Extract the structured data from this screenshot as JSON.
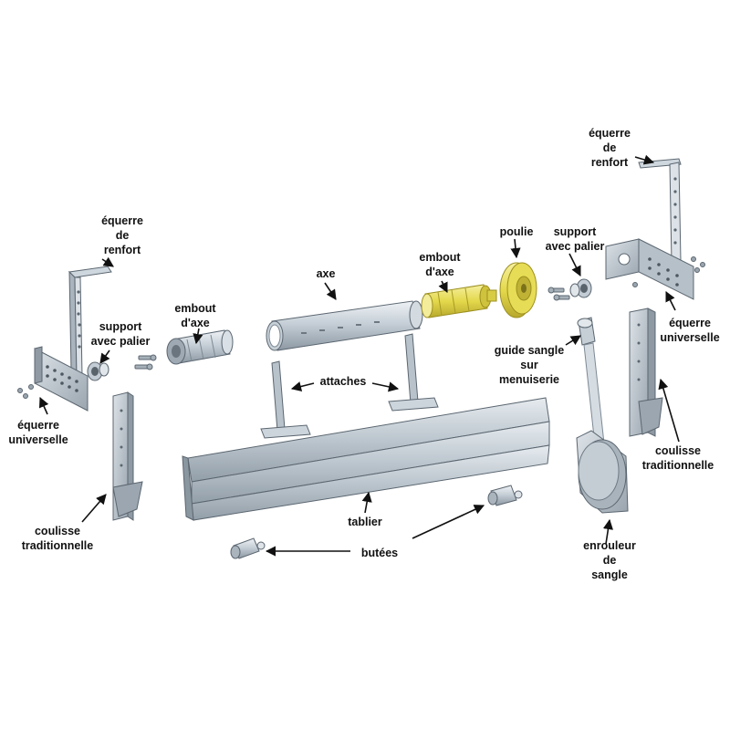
{
  "colors": {
    "metal": "#b9c3cc",
    "metal_light": "#e3e8ed",
    "metal_dark": "#7f8b96",
    "metal_edge": "#5b6670",
    "gold": "#e6dc55",
    "gold_dark": "#b3a42a",
    "arrow": "#111111"
  },
  "icons": [
    "arrow-icon",
    "screw-icon",
    "bracket-icon",
    "tube-icon"
  ],
  "labels": {
    "equerre_renfort_left": [
      "équerre",
      "de",
      "renfort"
    ],
    "support_left": [
      "support",
      "avec palier"
    ],
    "embout_left": [
      "embout",
      "d'axe"
    ],
    "equerre_universelle_left": [
      "équerre",
      "universelle"
    ],
    "coulisse_left": [
      "coulisse",
      "traditionnelle"
    ],
    "axe": "axe",
    "attaches": "attaches",
    "tablier": "tablier",
    "butees": "butées",
    "embout_right": [
      "embout",
      "d'axe"
    ],
    "poulie": "poulie",
    "support_right": [
      "support",
      "avec palier"
    ],
    "equerre_renfort_right": [
      "équerre",
      "de",
      "renfort"
    ],
    "equerre_universelle_right": [
      "équerre",
      "universelle"
    ],
    "guide_sangle": [
      "guide sangle",
      "sur",
      "menuiserie"
    ],
    "coulisse_right": [
      "coulisse",
      "traditionnelle"
    ],
    "enrouleur": [
      "enrouleur",
      "de",
      "sangle"
    ]
  }
}
